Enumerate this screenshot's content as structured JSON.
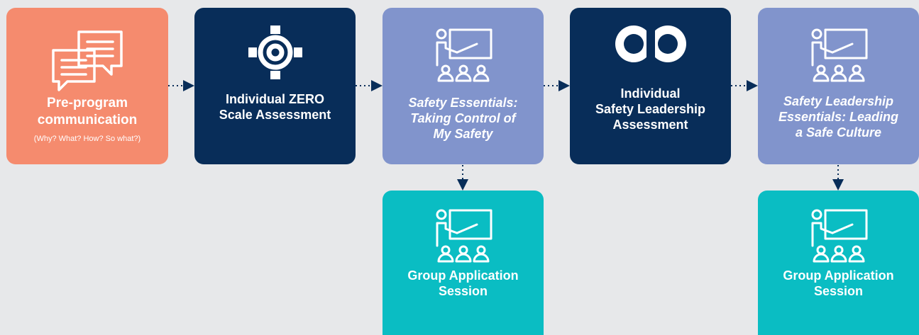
{
  "steps": {
    "preprogram": {
      "title": "Pre-program\ncommunication",
      "subtitle": "(Why? What? How? So what?)",
      "icon": "speech-bubbles-icon",
      "color": "#f58b6e"
    },
    "zero": {
      "title": "Individual ZERO\nScale Assessment",
      "icon": "gear-icon",
      "color": "#082d59"
    },
    "essentials": {
      "title": "Safety Essentials:\nTaking Control of\nMy Safety",
      "icon": "classroom-presenter-icon",
      "color": "#8194cc"
    },
    "leadership_assessment": {
      "title": "Individual\nSafety Leadership\nAssessment",
      "icon": "infinity-icon",
      "color": "#082d59"
    },
    "leadership_essentials": {
      "title": "Safety Leadership\nEssentials: Leading\na Safe Culture",
      "icon": "classroom-presenter-icon",
      "color": "#8194cc"
    },
    "group_session_1": {
      "title": "Group Application\nSession",
      "icon": "classroom-presenter-icon",
      "color": "#0abdc3"
    },
    "group_session_2": {
      "title": "Group Application\nSession",
      "icon": "classroom-presenter-icon",
      "color": "#0abdc3"
    }
  },
  "connectors": {
    "style": "dotted-arrow",
    "color": "#082d59"
  }
}
